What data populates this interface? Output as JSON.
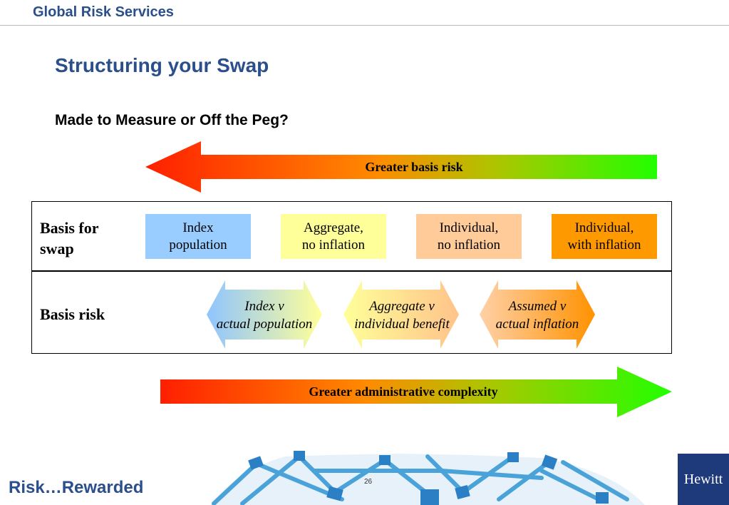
{
  "header": {
    "title": "Global Risk Services"
  },
  "slide": {
    "title": "Structuring your Swap",
    "subtitle": "Made to Measure or Off the Peg?"
  },
  "top_arrow": {
    "label": "Greater basis risk"
  },
  "bottom_arrow": {
    "label": "Greater administrative complexity"
  },
  "table": {
    "basis_for_swap": {
      "label_line1": "Basis for",
      "label_line2": "swap",
      "items": [
        {
          "line1": "Index",
          "line2": "population",
          "color": "#99ccff"
        },
        {
          "line1": "Aggregate,",
          "line2": "no inflation",
          "color": "#ffff99"
        },
        {
          "line1": "Individual,",
          "line2": "no inflation",
          "color": "#ffcc99"
        },
        {
          "line1": "Individual,",
          "line2": "with inflation",
          "color": "#ff9900"
        }
      ]
    },
    "basis_risk": {
      "label": "Basis risk",
      "items": [
        {
          "line1": "Index v",
          "line2": "actual population"
        },
        {
          "line1": "Aggregate v",
          "line2": "individual benefit"
        },
        {
          "line1": "Assumed v",
          "line2": "actual inflation"
        }
      ]
    }
  },
  "footer": {
    "tagline": "Risk…Rewarded",
    "page_number": "26",
    "logo_text": "Hewitt"
  },
  "colors": {
    "brand_blue": "#2b4f8c",
    "logo_bg": "#1e3a7b",
    "gradient_red": "#ff2a00",
    "gradient_green": "#33ff00"
  }
}
